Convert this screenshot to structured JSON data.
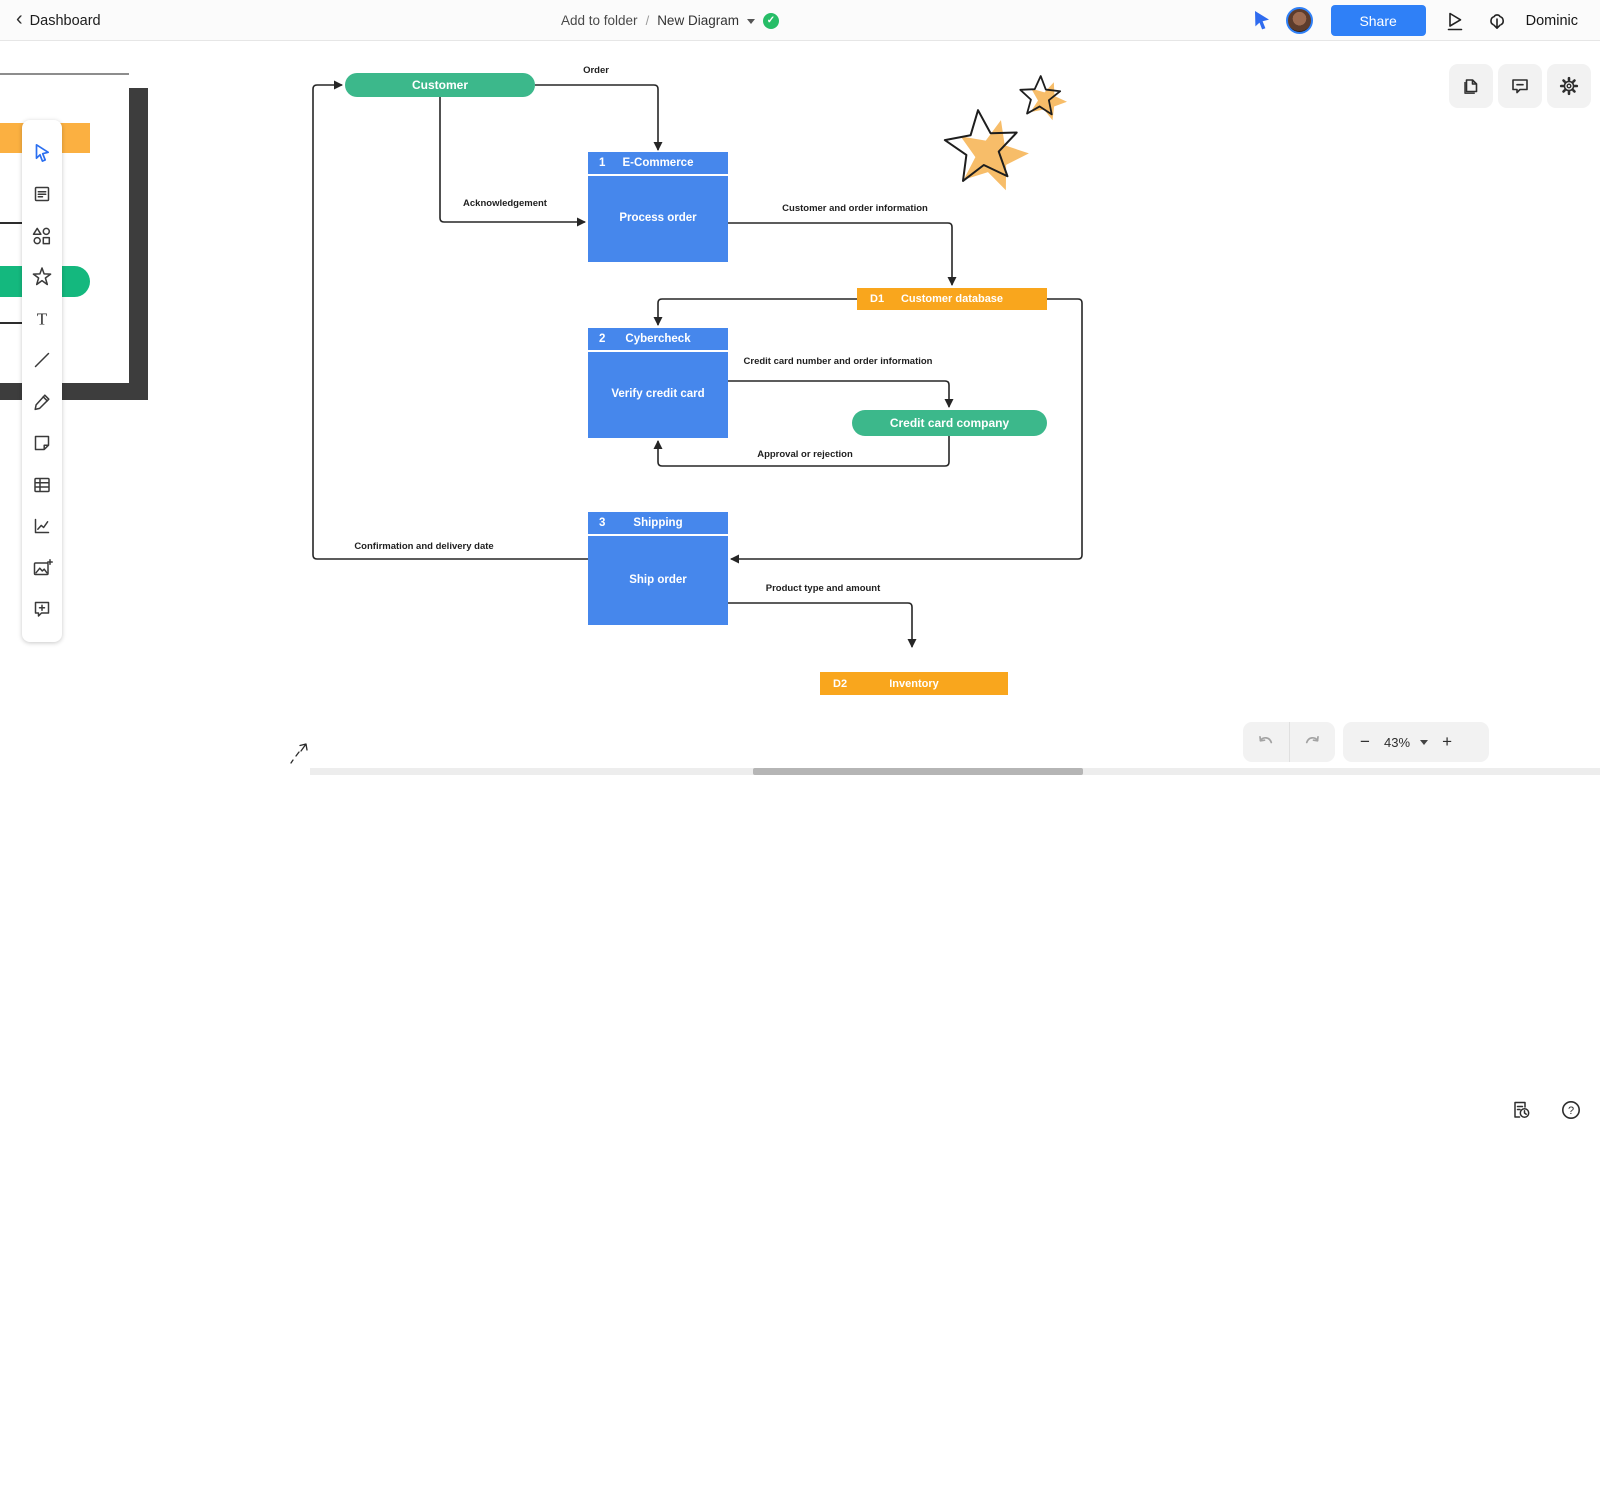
{
  "topbar": {
    "back": "Dashboard",
    "add_to_folder": "Add to folder",
    "path_sep": "/",
    "title": "New Diagram",
    "share": "Share",
    "user": "Dominic"
  },
  "toolbar": {
    "icons": [
      "select-cursor",
      "notes",
      "shapes",
      "star",
      "text",
      "line",
      "pencil",
      "sticky-note",
      "table",
      "chart",
      "image-add",
      "comment-add"
    ]
  },
  "diagram": {
    "entities": [
      {
        "label": "Customer"
      },
      {
        "label": "Credit card company"
      }
    ],
    "processes": [
      {
        "number": "1",
        "title": "E-Commerce",
        "body": "Process order"
      },
      {
        "number": "2",
        "title": "Cybercheck",
        "body": "Verify credit card"
      },
      {
        "number": "3",
        "title": "Shipping",
        "body": "Ship order"
      }
    ],
    "stores": [
      {
        "id": "D1",
        "name": "Customer database"
      },
      {
        "id": "D2",
        "name": "Inventory"
      }
    ],
    "flows": [
      {
        "label": "Order"
      },
      {
        "label": "Acknowledgement"
      },
      {
        "label": "Customer and order information"
      },
      {
        "label": "Credit card number and order information"
      },
      {
        "label": "Approval or rejection"
      },
      {
        "label": "Confirmation and delivery date"
      },
      {
        "label": "Product type and amount"
      }
    ]
  },
  "controls": {
    "zoom": "43%"
  },
  "colors": {
    "process_blue": "#4687ec",
    "store_orange": "#f9a61d",
    "entity_green": "#3cb88b",
    "accent_blue": "#2f80f7",
    "star_orange": "#f7bd69",
    "saved_green": "#27bd67"
  }
}
